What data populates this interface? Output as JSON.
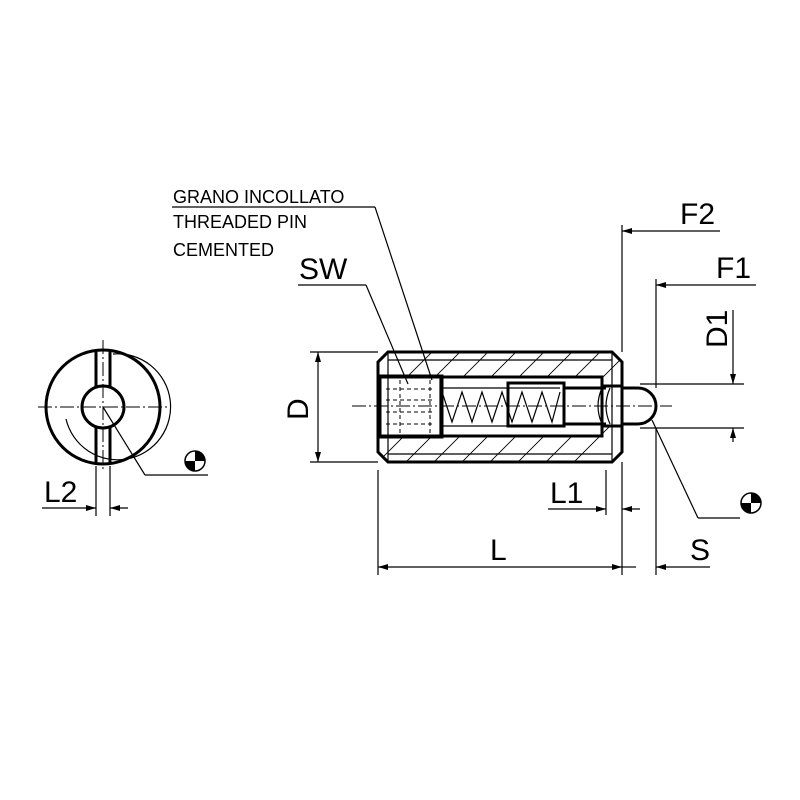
{
  "labels": {
    "note_line1": "GRANO INCOLLATO",
    "note_line2": "THREADED PIN",
    "note_line3": "CEMENTED",
    "sw": "SW",
    "d": "D",
    "d1": "D1",
    "f1": "F1",
    "f2": "F2",
    "l": "L",
    "l1": "L1",
    "l2": "L2",
    "s": "S"
  },
  "symbols": {
    "center_of_gravity": "center-of-gravity-symbol"
  }
}
